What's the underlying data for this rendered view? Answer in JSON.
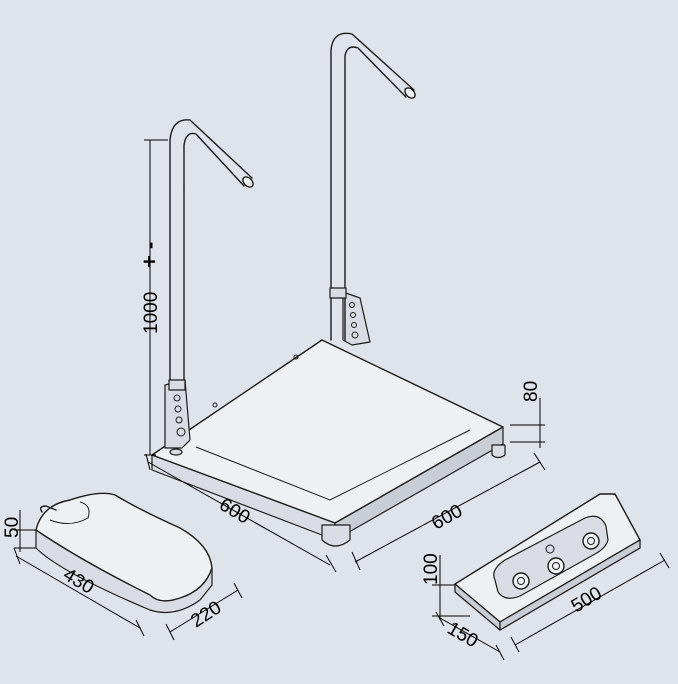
{
  "dimensions": {
    "height_adjustable": "1000",
    "height_symbol": "+ -",
    "platform_width": "600",
    "platform_depth": "600",
    "platform_height": "80",
    "pedal_height": "50",
    "pedal_length": "430",
    "pedal_width": "220",
    "console_height": "100",
    "console_depth": "150",
    "console_length": "500"
  },
  "colors": {
    "background": "#dfe3ea",
    "outline": "#1b1b1b",
    "surface": "#eef0f3"
  }
}
